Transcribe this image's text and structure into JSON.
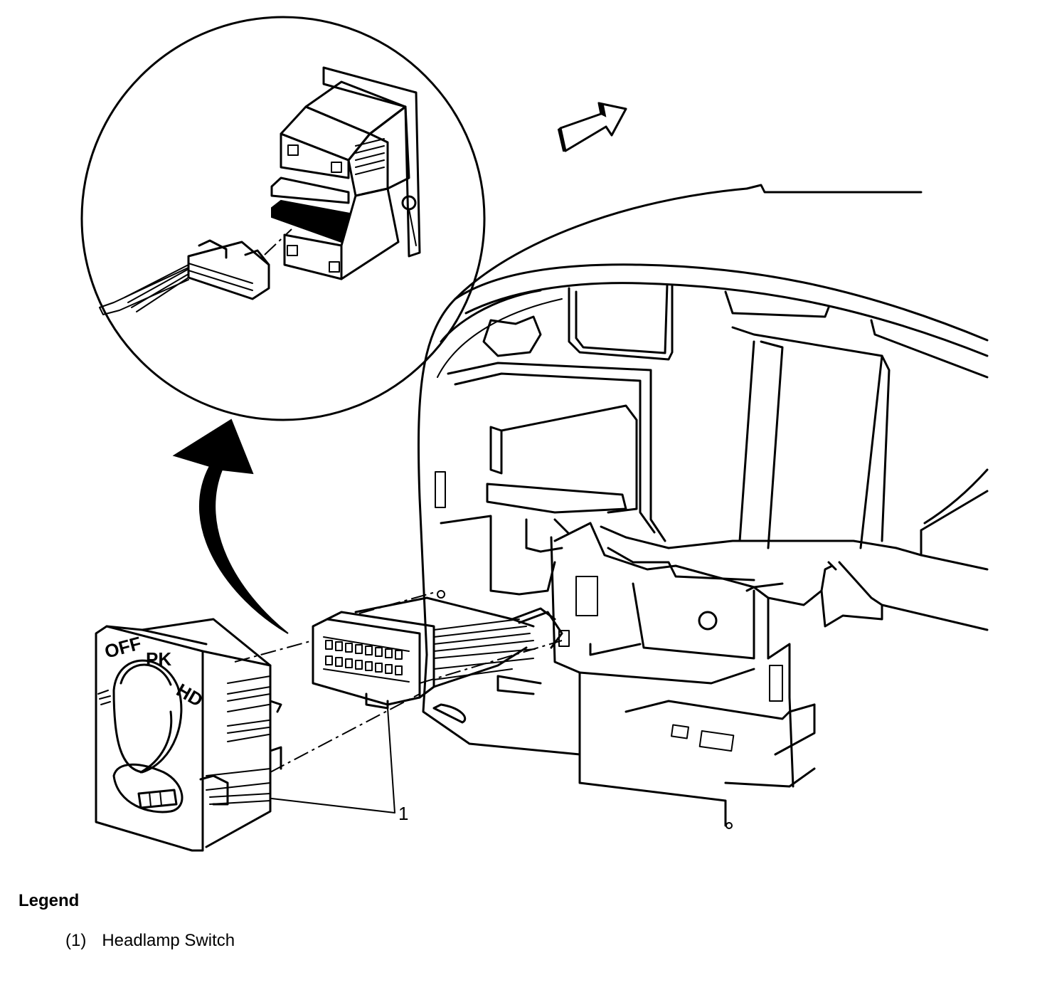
{
  "callouts": [
    {
      "number": "1"
    }
  ],
  "legend": {
    "title": "Legend",
    "items": [
      {
        "number": "(1)",
        "label": "Headlamp Switch"
      }
    ]
  },
  "knob_markings": {
    "off": "OFF",
    "park": "PK",
    "headlamp": "HD"
  }
}
